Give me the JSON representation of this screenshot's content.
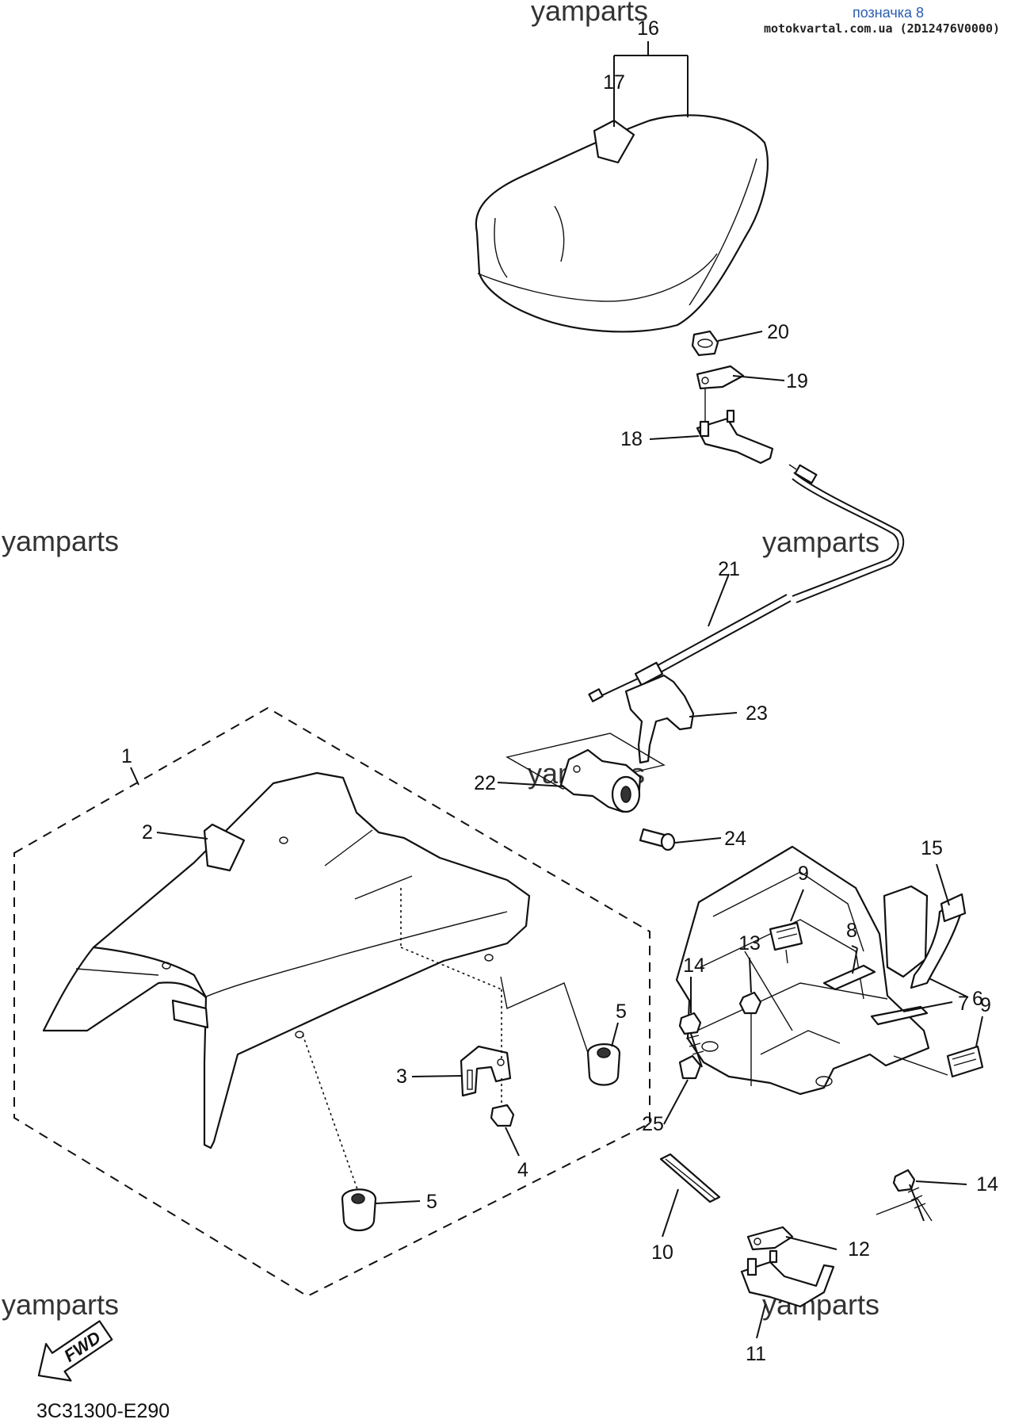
{
  "header": {
    "title": "позначка 8",
    "source": "motokvartal.com.ua (2D12476V0000)"
  },
  "watermarks": [
    "yamparts",
    "yamparts",
    "yamparts",
    "yamparts",
    "yamparts",
    "yamparts"
  ],
  "callouts": {
    "c1": "1",
    "c2": "2",
    "c3": "3",
    "c4": "4",
    "c5a": "5",
    "c5b": "5",
    "c6": "6",
    "c7": "7",
    "c8": "8",
    "c9a": "9",
    "c9b": "9",
    "c10": "10",
    "c11": "11",
    "c12": "12",
    "c13": "13",
    "c14a": "14",
    "c14b": "14",
    "c15": "15",
    "c16": "16",
    "c17": "17",
    "c18": "18",
    "c19": "19",
    "c20": "20",
    "c21": "21",
    "c22": "22",
    "c23": "23",
    "c24": "24",
    "c25": "25"
  },
  "fwd_arrow": "FWD",
  "diagram_code": "3C31300-E290",
  "colors": {
    "title": "#2a5db0",
    "line": "#111111",
    "background": "#ffffff"
  }
}
